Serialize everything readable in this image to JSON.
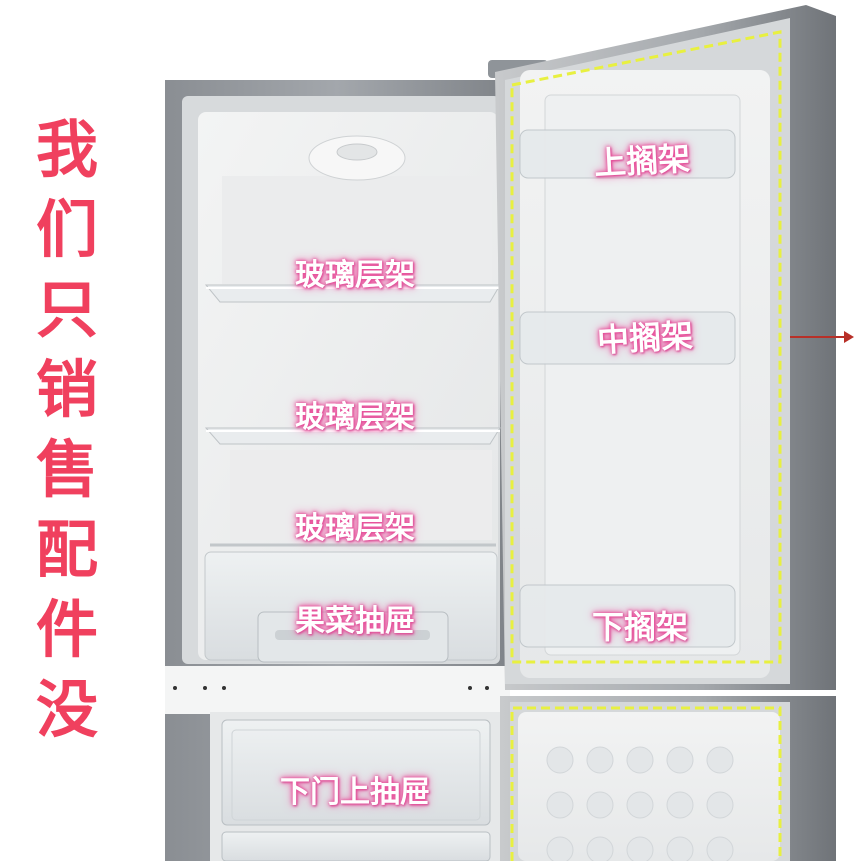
{
  "title_chars": [
    "我",
    "们",
    "只",
    "销",
    "售",
    "配",
    "件",
    "没"
  ],
  "labels": {
    "glass_shelf_1": "玻璃层架",
    "glass_shelf_2": "玻璃层架",
    "glass_shelf_3": "玻璃层架",
    "crisper_drawer": "果菜抽屉",
    "lower_drawer": "下门上抽屉",
    "upper_door_shelf": "上搁架",
    "middle_door_shelf": "中搁架",
    "lower_door_shelf": "下搁架"
  },
  "colors": {
    "title": "#f0405e",
    "label_glow": "#e8509a",
    "gasket_highlight": "#e8f040",
    "arrow": "#b83028"
  }
}
